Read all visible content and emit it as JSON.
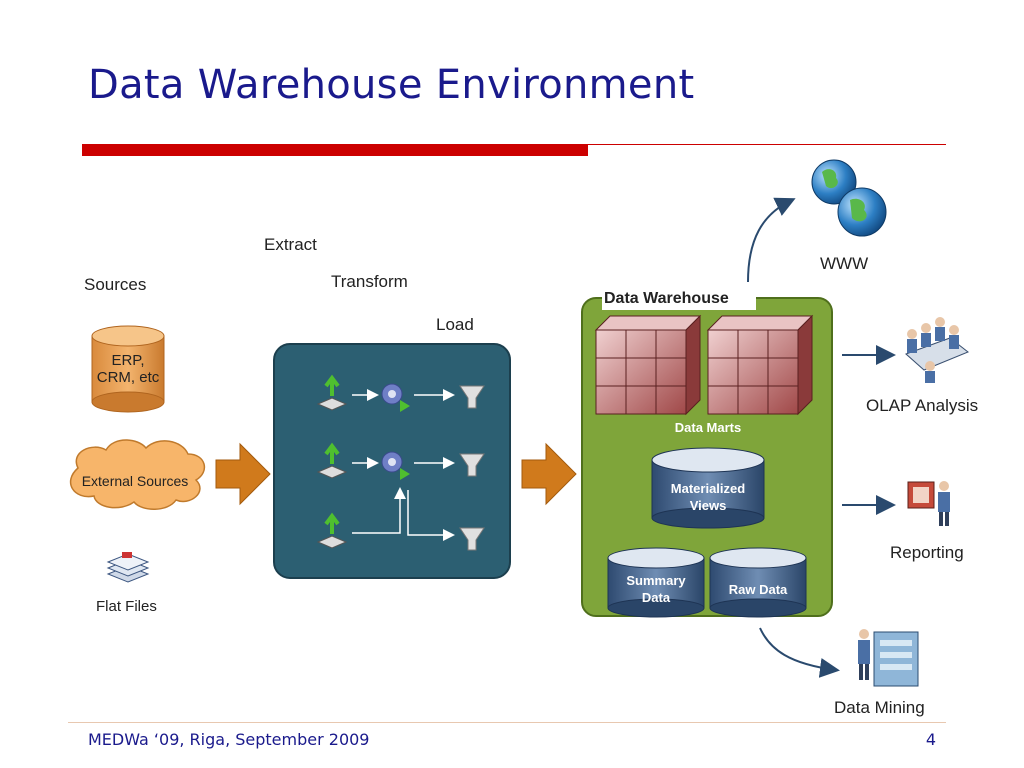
{
  "title": "Data Warehouse Environment",
  "footer": {
    "text": "MEDWa ‘09, Riga, September 2009",
    "page": "4"
  },
  "etl": {
    "extract": "Extract",
    "transform": "Transform",
    "load": "Load"
  },
  "sources": {
    "heading": "Sources",
    "erp_line1": "ERP,",
    "erp_line2": "CRM, etc",
    "external": "External Sources",
    "flat_files": "Flat Files"
  },
  "warehouse": {
    "heading": "Data Warehouse",
    "data_marts": "Data Marts",
    "materialized_line1": "Materialized",
    "materialized_line2": "Views",
    "summary_line1": "Summary",
    "summary_line2": "Data",
    "raw_data": "Raw Data"
  },
  "outputs": {
    "www": "WWW",
    "olap": "OLAP Analysis",
    "reporting": "Reporting",
    "mining": "Data Mining"
  },
  "colors": {
    "title": "#1a1a8c",
    "accent_red": "#cc0000",
    "etl_box": "#2c5f72",
    "warehouse_box": "#7fa53a",
    "arrow_orange": "#d07a1c",
    "cylinder": "#e8a45a",
    "db_blue": "#3d5d86"
  }
}
